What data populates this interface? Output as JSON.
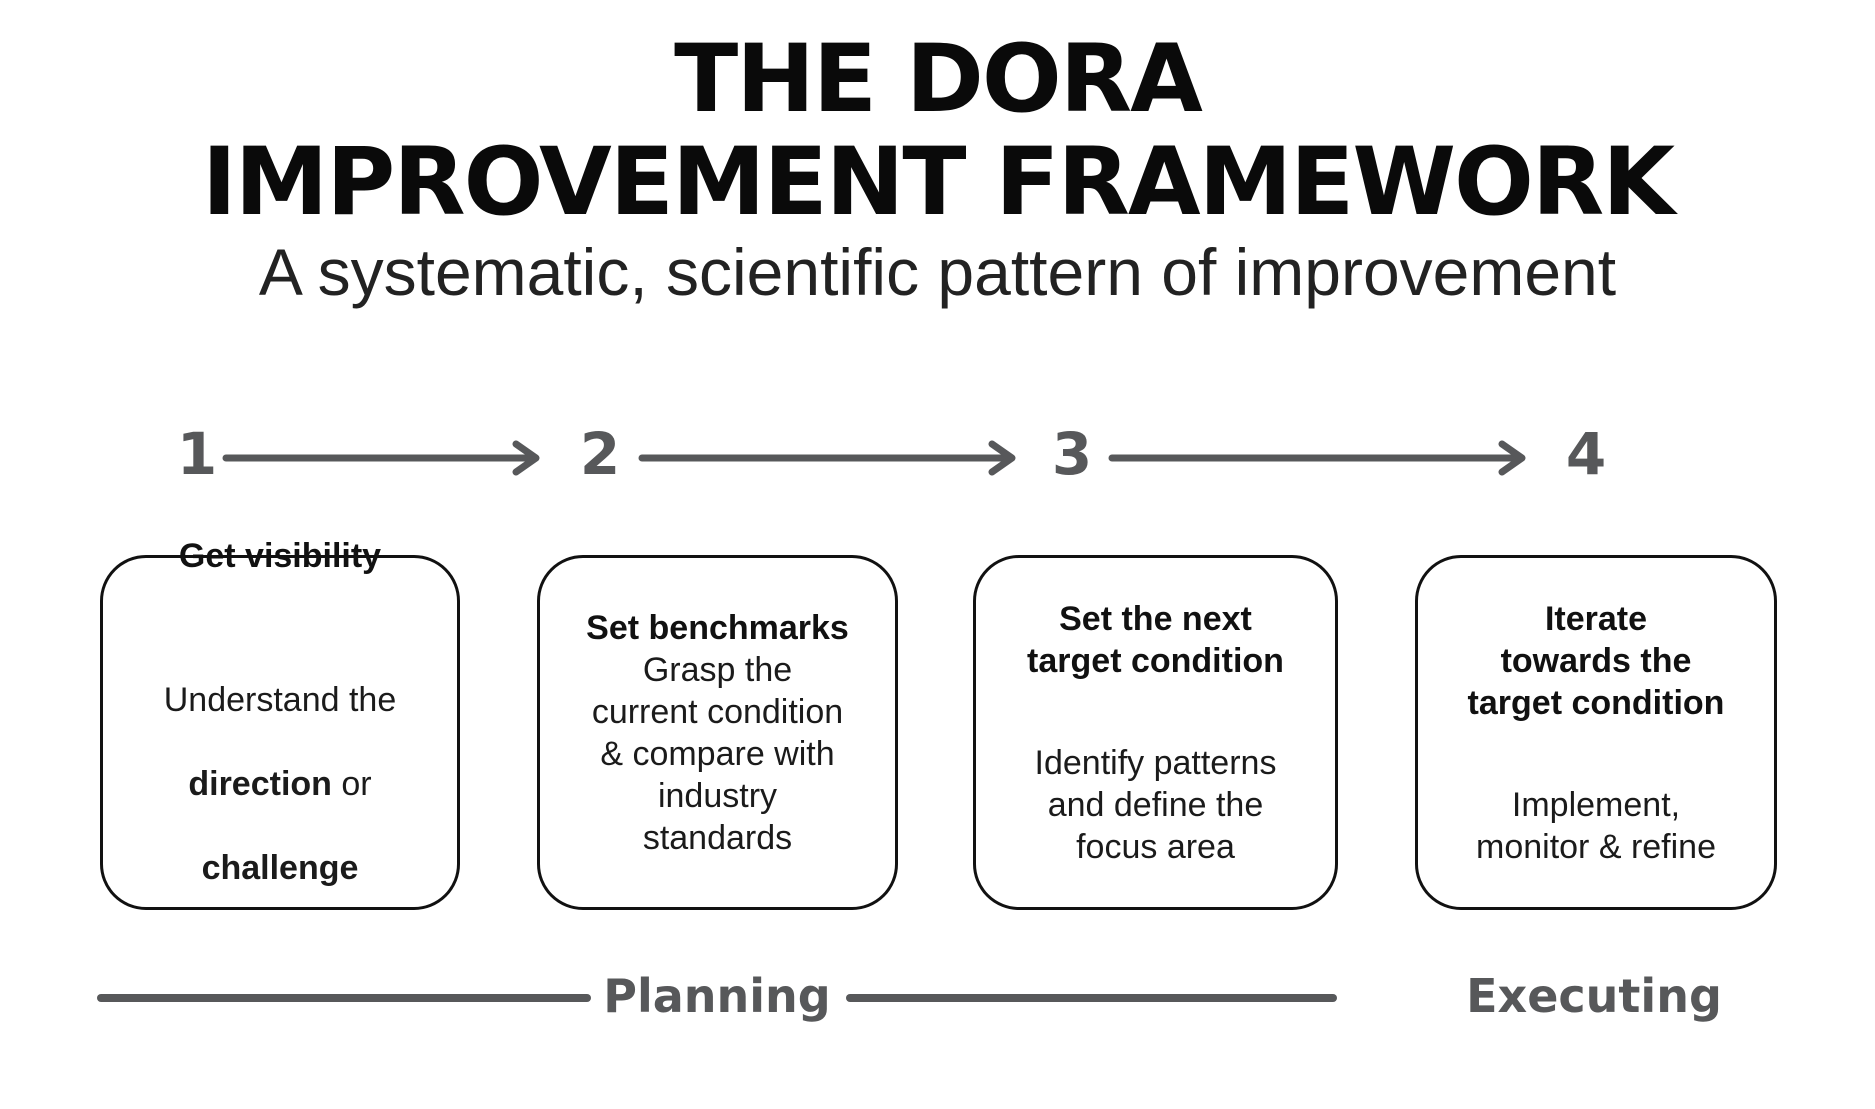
{
  "title": {
    "line1": "THE DORA",
    "line2": "IMPROVEMENT FRAMEWORK"
  },
  "subtitle": "A systematic, scientific pattern of improvement",
  "steps": {
    "numbers": [
      "1",
      "2",
      "3",
      "4"
    ]
  },
  "boxes": [
    {
      "title": "Get visibility",
      "body_line1": "Understand the",
      "body_line2_bold": "direction",
      "body_line2_rest": " or",
      "body_line3_bold": "challenge"
    },
    {
      "title": "Set benchmarks",
      "body": "Grasp the\ncurrent condition\n& compare with\nindustry\nstandards"
    },
    {
      "title": "Set the next\ntarget condition",
      "body": "Identify patterns\nand define the\nfocus area"
    },
    {
      "title": "Iterate\ntowards the\ntarget condition",
      "body": "Implement,\nmonitor & refine"
    }
  ],
  "phases": {
    "planning": "Planning",
    "executing": "Executing"
  },
  "colors": {
    "gray": "#57585a",
    "text": "#111111",
    "background": "#ffffff"
  }
}
